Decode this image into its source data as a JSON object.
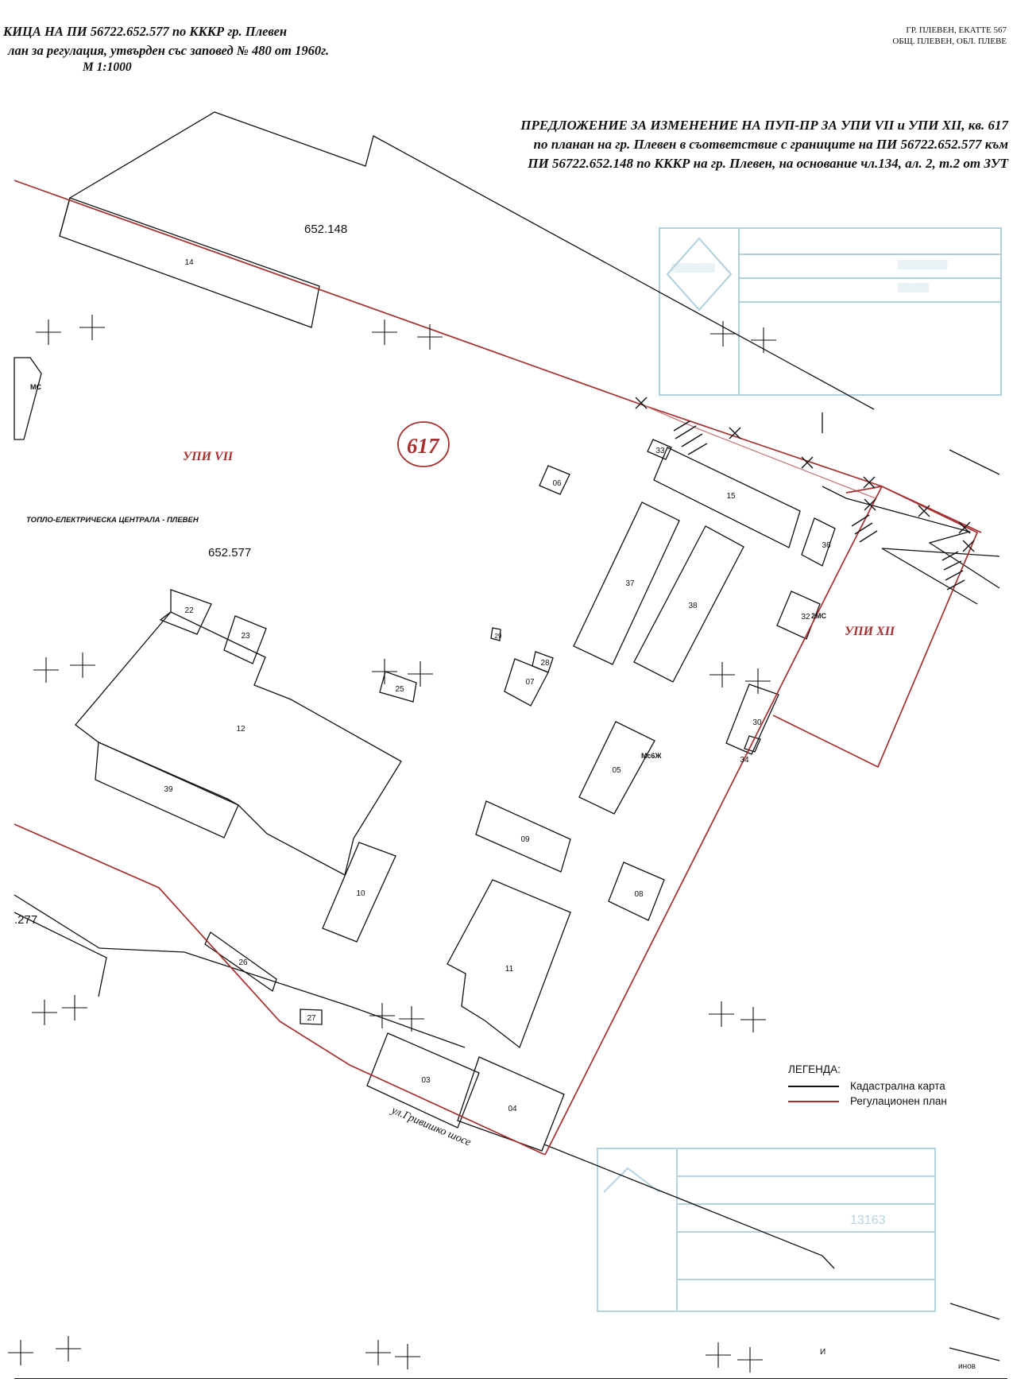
{
  "header": {
    "line1": "КИЦА НА ПИ 56722.652.577 по КККР гр. Плевен",
    "line2": "лан за регулация, утвърден със заповед № 480 от 1960г.",
    "scale": "М 1:1000",
    "right1": "ГР. ПЛЕВЕН, ЕКАТТЕ 567",
    "right2": "ОБЩ. ПЛЕВЕН, ОБЛ. ПЛЕВЕ"
  },
  "proposal": {
    "line1": "ПРЕДЛОЖЕНИЕ ЗА ИЗМЕНЕНИЕ НА ПУП-ПР ЗА УПИ VII и УПИ XII, кв. 617",
    "line2": "по планан на гр. Плевен в съответствие с границите на ПИ 56722.652.577 към",
    "line3": "ПИ 56722.652.148 по КККР на гр. Плевен, на основание чл.134, ал. 2, т.2 от ЗУТ"
  },
  "map": {
    "parcels": {
      "p148": "652.148",
      "p577": "652.577",
      "p277": ".277"
    },
    "block_number": "617",
    "upi_vii": "УПИ VII",
    "upi_xii": "УПИ XII",
    "tec_name": "ТОПЛО-ЕЛЕКТРИЧЕСКА ЦЕНТРАЛА - ПЛЕВЕН",
    "street": "ул.Гривишко шосе",
    "mc_label": "МС",
    "mc2_label": "2МС",
    "mc6_label": "Мс6Ж",
    "buildings": {
      "b03": "03",
      "b04": "04",
      "b05": "05",
      "b06": "06",
      "b07": "07",
      "b08": "08",
      "b09": "09",
      "b10": "10",
      "b11": "11",
      "b12": "12",
      "b14": "14",
      "b15": "15",
      "b22": "22",
      "b23": "23",
      "b25": "25",
      "b26": "26",
      "b27": "27",
      "b28": "28",
      "b29": "29",
      "b30": "30",
      "b32": "32",
      "b33": "33",
      "b34": "34",
      "b36": "36",
      "b37": "37",
      "b38": "38",
      "b39": "39"
    },
    "corner_bl": "И",
    "corner_br": "инов"
  },
  "legend": {
    "title": "ЛЕГЕНДА:",
    "cadastral": "Кадастрална карта",
    "regulation": "Регулационен план"
  },
  "colors": {
    "cadastral_line": "#111111",
    "regulation_line": "#a62f2f",
    "stamp_blue": "#6fa8c0"
  }
}
